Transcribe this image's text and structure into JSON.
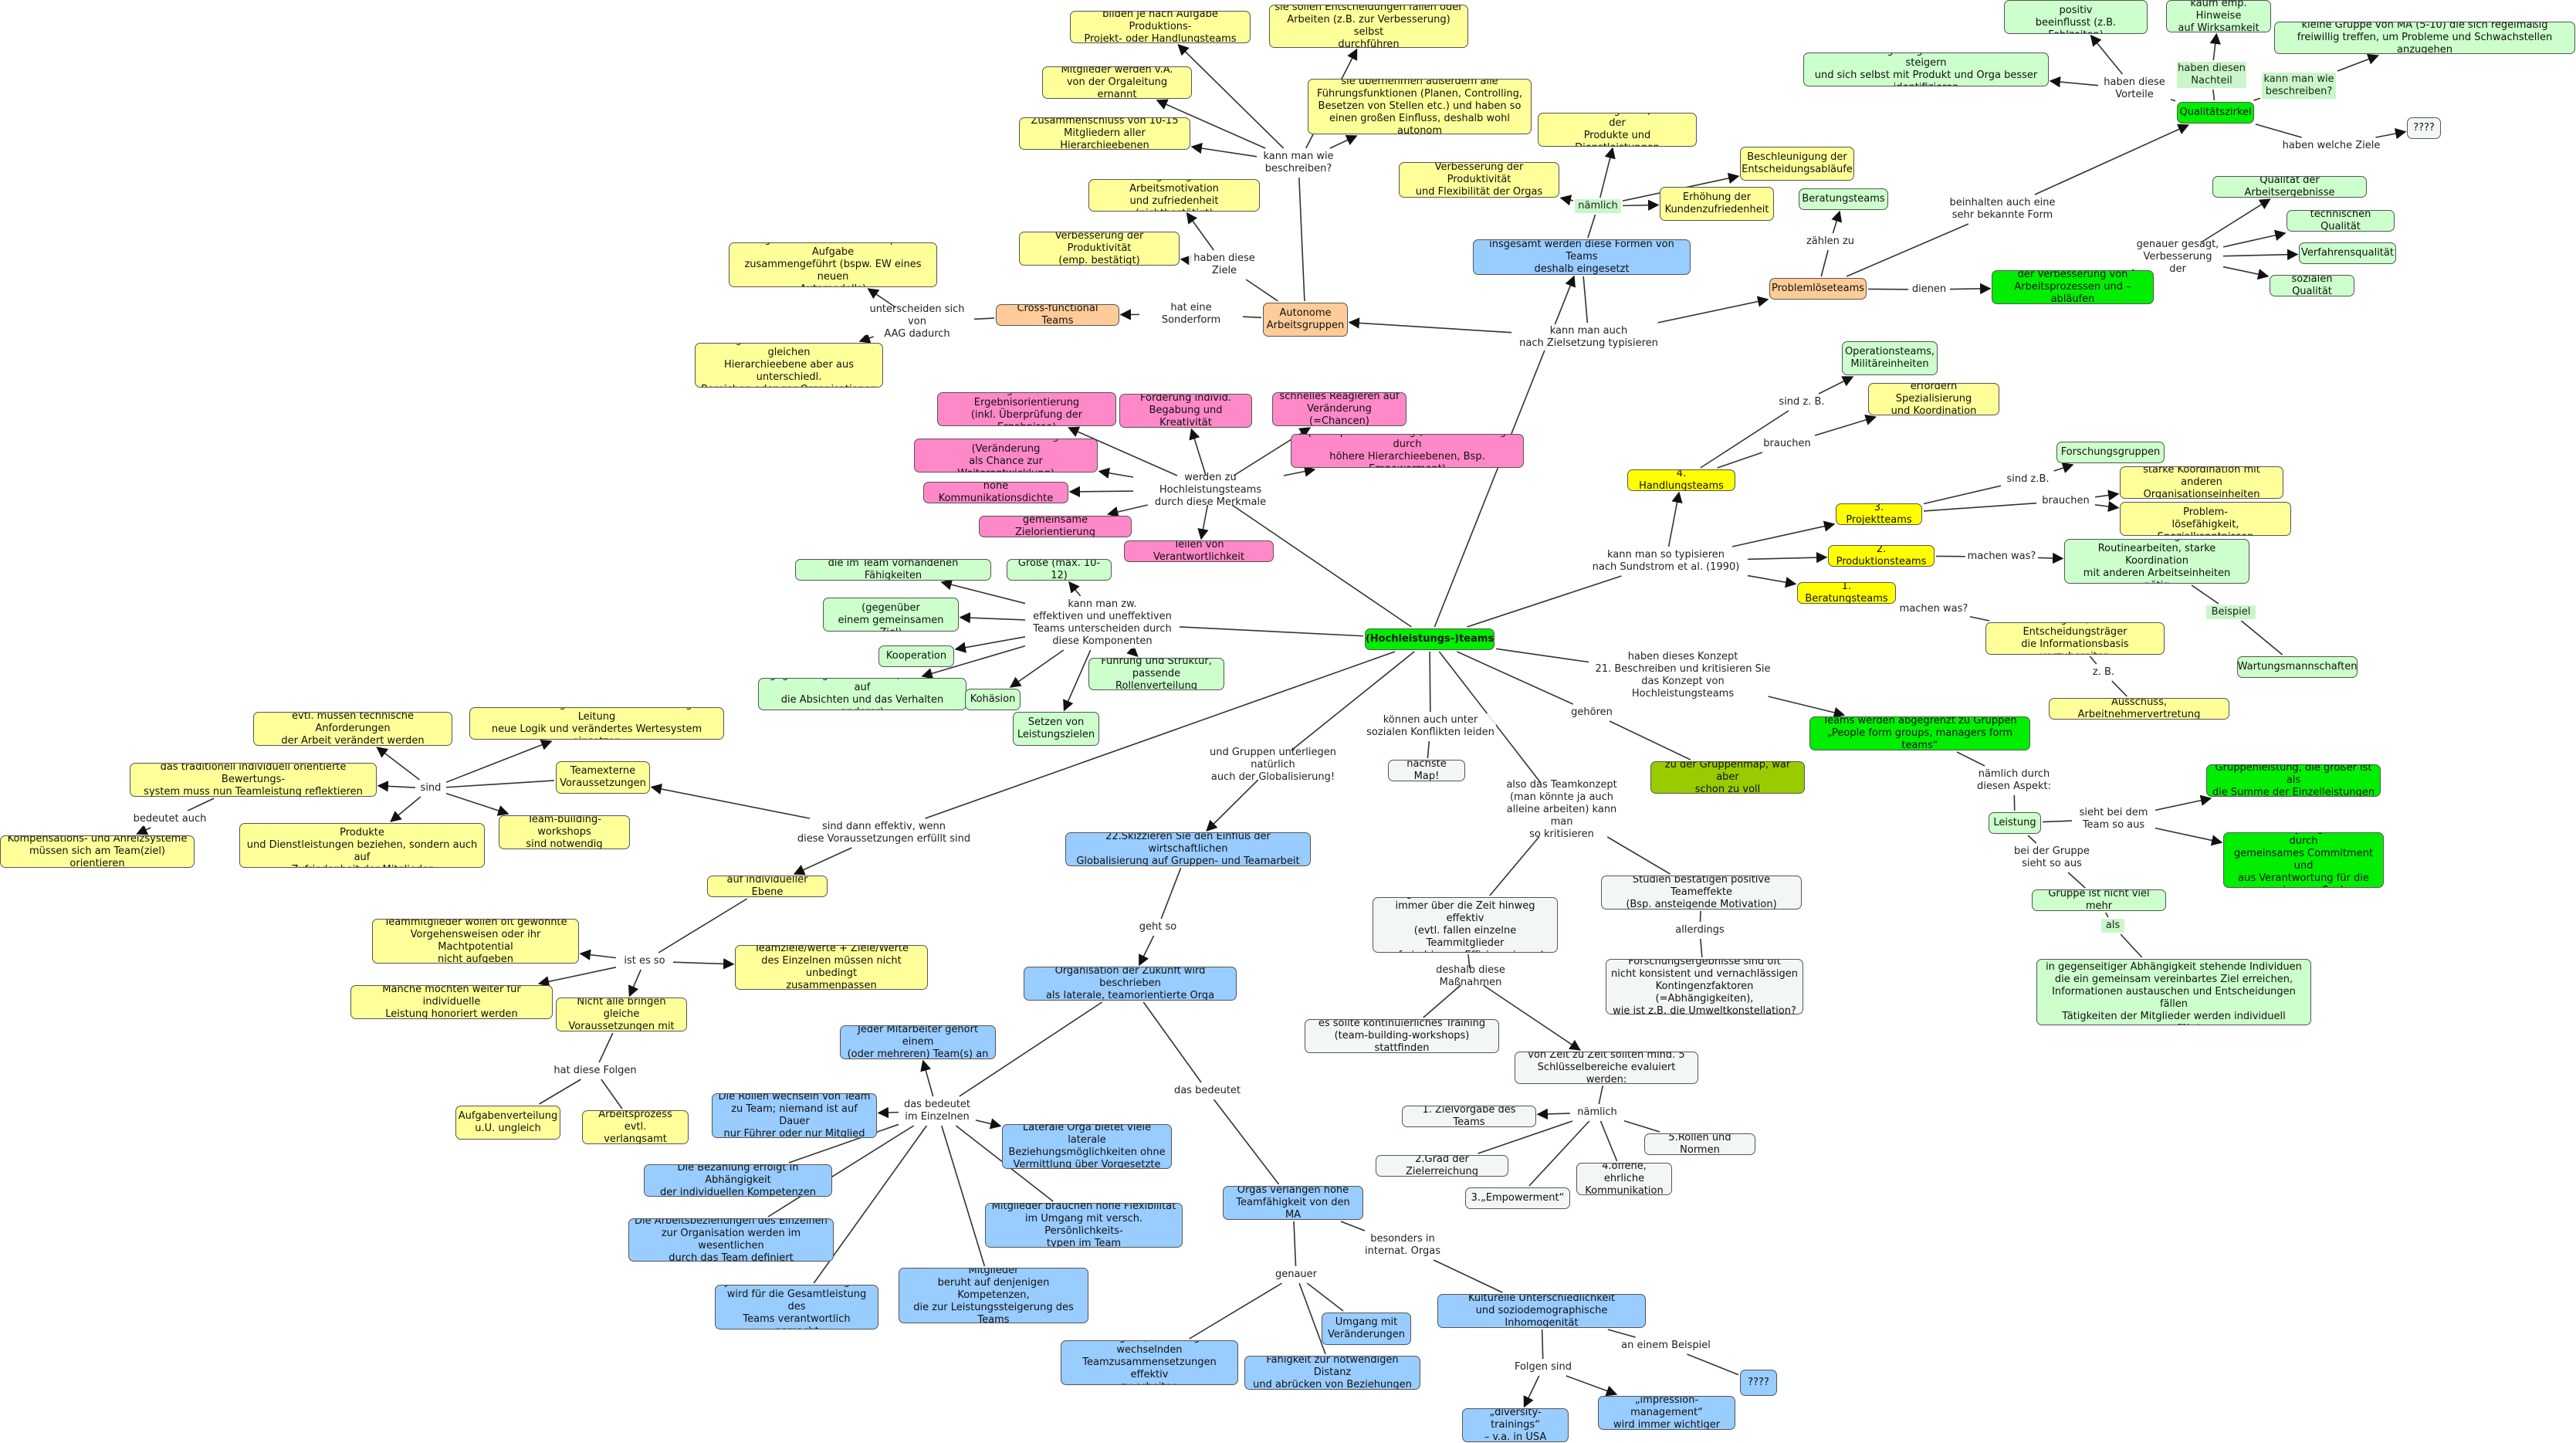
{
  "colors": {
    "yellow": "#ffff99",
    "yellow_strong": "#ffff00",
    "green_strong": "#00ee00",
    "green_light": "#ccffcc",
    "blue": "#99ccff",
    "pink": "#ff88c8",
    "orange": "#ffcc99",
    "olive": "#99cc00",
    "neutral": "#f2f6f6"
  },
  "nodes": {
    "center": "(Hochleistungs-)teams",
    "autonome": "Autonome\nArbeitsgruppen",
    "ag_bilden": "bilden je nach Aufgabe Produktions-\nProjekt- oder Handlungsteams",
    "ag_entscheidungen": "sie sollen Entscheidungen fällen oder\nArbeiten (z.B. zur Verbesserung) selbst\ndurchführen",
    "ag_mitglieder": "Mitglieder werden v.A.\nvon der Orgaleitung ernannt",
    "ag_fuehrung": "sie übernehmen außerdem alle\nFührungsfunktionen (Planen, Controlling,\nBesetzen von Stellen etc.) und haben so\neinen großen Einfluss, deshalb wohl autonom",
    "ag_zusammenschluss": "Zusammenschluss von 10-15\nMitgliedern aller Hierarchieebenen",
    "ag_steigerung": "Steigerung der Arbeitsmotivation\nund zufriedenheit (nichtbestätigt)",
    "ag_produktivitaet": "Verbesserung der Produktivität\n(emp. bestätigt)",
    "cross_functional": "Cross-functional Teams",
    "cf_aufgabe": "Mitglieder werden für eine spezif. Aufgabe\nzusammengeführt (bspw. EW eines neuen\nAutomodells)",
    "cf_bereiche": "Mitglieder kommen aus der gleichen\nHierarchieebene aber aus unterschiedl.\nBereichen oder gar Organisationen",
    "vb_produktivitaet": "Verbesserung der Produktivität\nund Flexibilität der Orgas",
    "vb_qualitaet": "Verbesserung der Qualität der\nProdukte und Dienstleistungen",
    "vb_beschleunigung": "Beschleunigung der\nEntscheidungsabläufe",
    "vb_zufriedenheit": "Erhöhung der\nKundenzufriedenheit",
    "insgesamt": "insgesamt werden diese Formen von Teams\ndeshalb eingesetzt",
    "m_aufgaben": "Aufgaben- und Ergebnisorientierung\n(inkl. Überprüfung der Ergebnisse)",
    "m_foerderung": "Förderung individ.\nBegabung und Kreativität",
    "m_reagieren": "schnelles Reagieren auf\nVeränderung (=Chancen)",
    "m_zukunft": "Zukunftsorientierung (Veränderung\nals Chance zur Weiterentwicklung)",
    "m_partizipativ": "partizipative Führung (= Unterstützung durch\nhöhere Hierarchieebenen, Bsp. Empowerment)",
    "m_kommunikation": "hohe Kommunikationsdichte",
    "m_ziel": "gemeinsame Zielorientierung",
    "m_verantwortlichkeit": "Teilen von Verantwortlichkeit",
    "k_faehigkeiten": "die im Team vorhandenen Fähigkeiten",
    "k_groesse": "Größe (max. 10-12)",
    "k_commitment": "Commitment (gegenüber\neinem gemeinsamen Ziel)",
    "k_kooperation": "Kooperation",
    "k_fuehrung": "Führung und Struktur,\npassende Rollenverteilung",
    "k_vertrauen": "gegenseitiges Vertrauen (im Hinblick auf\ndie Absichten und das Verhalten anderer)",
    "k_kohaesion": "Kohäsion",
    "k_ziele": "Setzen von\nLeistungszielen",
    "ev_technisch": "evtl. müssen technische Anforderungen\nder Arbeit verändert werden",
    "ev_einfuehrung": "Bei Einführung von Teams muss bei Orga-Leitung\nneue Logik und verändertes Wertesystem einsetzen",
    "ev_bewertung": "das traditionell individuell orientierte Bewertungs-\nsystem muss nun Teamleistung reflektieren",
    "ev_teamexterne": "Teamexterne\nVoraussetzungen",
    "ev_kompensation": "Kompensations- und Anreizsysteme\nmüssen sich am Team(ziel) orientieren",
    "ev_teameffektivitaet": "Teameffektivität darf sich nicht nur auf Produkte\nund Dienstleistungen beziehen, sondern auch auf\nZufriedenheit der Mitglieder",
    "ev_workshops": "Team-building-workshops\nsind notwendig",
    "ind_ebene": "auf individueller Ebene",
    "ind_machtpotential": "Teammitglieder wollen oft gewohnte\nVorgehensweisen oder ihr Machtpotential\nnicht aufgeben",
    "ind_teamziele": "Teamziele/werte + Ziele/Werte\ndes Einzelnen müssen nicht unbedingt\nzusammenpassen",
    "ind_leistung": "Manche möchten weiter für individuelle\nLeistung honoriert werden",
    "ind_nicht_alle": "Nicht alle bringen gleiche\nVoraussetzungen mit",
    "ind_aufgabenverteilung": "Aufgabenverteilung\nu.U. ungleich",
    "ind_arbeitsprozess": "Arbeitsprozess evtl.\nverlangsamt",
    "skizzieren": "22.Skizzieren Sie den Einfluß der wirtschaftlichen\nGlobalisierung auf Gruppen- und Teamarbeit",
    "orga_zukunft": "Organisation der Zukunft wird beschrieben\nals laterale, teamorientierte Orga",
    "e_jeder": "Jeder Mitarbeiter gehört einem\n(oder mehreren) Team(s) an",
    "e_rollen": "Die Rollen wechseln von Team\nzu Team; niemand ist auf Dauer\nnur Führer oder nur Mitglied",
    "e_laterale": "Laterale Orga bietet viele laterale\nBeziehungsmöglichkeiten ohne\nVermittlung über Vorgesetzte",
    "e_bezahlung": "Die Bezahlung erfolgt in Abhängigkeit\nder individuellen Kompetenzen",
    "e_arbeitsbeziehungen": "Die Arbeitsbeziehungen des Einzelnen\nzur Organisation werden im wesentlichen\ndurch das Team definiert",
    "e_flexibilitaet": "Mitglieder brauchen hohe Flexibilität\nim Umgang mit versch. Persönlichkeits-\ntypen im Team",
    "e_jedes": "Jedes einzelne Teammitglied\nwird für die Gesamtleistung des\nTeams verantwortlich gemacht",
    "e_karriere": "Die Karriereentwicklung der Mitglieder\nberuht auf denjenigen Kompetenzen,\ndie zur Leistungssteigerung des Teams\nbeitragen",
    "teamfaehigkeit": "Orgas verlangen hohe\nTeamfähigkeit von den MA",
    "tf_faehigkeit": "Fähigkeit, in ständig wechselnden\nTeamzusammensetzungen effektiv\nzu arbeiten",
    "tf_umgang": "Umgang mit\nVeränderungen",
    "tf_distanz": "Fähigkeit zur notwendigen Distanz\nund abrücken von Beziehungen",
    "kulturelle": "Kulturelle Unterschiedlichkeit\nund soziodemographische Inhomogenität",
    "diversity": "„diversity-trainings“\n– v.a. in USA",
    "impression": "„impression-management“\nwird immer wichtiger",
    "qqq_beispiel": "????",
    "naechste_map": "nächste Map!",
    "erfolgreiche": "erfolgreiche Teams bleiben nicht\nimmer über die Zeit hinweg effektiv\n(evtl. fallen einzelne Teammitglieder\nauf niedrigeres Effizienzniveau)",
    "studien": "Studien bestätigen positive Teameffekte\n(Bsp. ansteigende Motivation)",
    "forschung": "Forschungsergebnisse sind oft\nnicht konsistent und vernachlässigen\nKontingenzfaktoren (=Abhängigkeiten),\nwie ist z.B. die Umweltkonstellation?",
    "training": "es sollte kontinuierliches Training\n(team-building-workshops) stattfinden",
    "evaluiert": "von Zeit zu Zeit sollten mind. 5\nSchlüsselbereiche evaluiert werden:",
    "s1": "1. Zielvorgabe des Teams",
    "s2": "2.Grad der Zielerreichung",
    "s3": "3.„Empowerment“",
    "s4": "4.offene, ehrliche\nKommunikation",
    "s5": "5.Rollen und Normen",
    "gruppenmap": "zu der Gruppenmap, war aber\nschon zu voll",
    "teams_abgegrenzt": "Teams werden abgegrenzt zu Gruppen\n„People form groups, managers form teams“",
    "leistung": "Leistung",
    "gruppenleistung": "Gruppenleistung, die größer ist als\ndie Summe der Einzelleistungen",
    "synergie": "Team hat Synergieeffekte durch\ngemeinsames Commitment und\naus Verantwortung für die\ngemeinsame Sache",
    "gruppe_nicht_viel": "Gruppe ist nicht viel mehr",
    "ansammlung": "Ansammlung von miteinander agierenden\nin gegenseitiger Abhängigkeit stehende Individuen\ndie ein gemeinsam vereinbartes Ziel erreichen,\nInformationen austauschen und Entscheidungen fällen\nTätigkeiten der Mitglieder werden individuell ausgeführt",
    "h4": "4. Handlungsteams",
    "h_operationsteams": "Operationsteams,\nMilitäreinheiten",
    "h_spezialisierung": "erfordern Spezialisierung\nund Koordination",
    "p3": "3. Projektteams",
    "p_forschungsgruppen": "Forschungsgruppen",
    "p_koordination": "starke Koordination mit anderen\nOrganisationseinheiten",
    "p_problemloese": "brauchen hohen Grad an Problem-\nlösefähigkeit, Spezialkenntnissen",
    "pr2": "2. Produktionsteams",
    "pr_routine": "verrichten tägliche\nRoutinearbeiten, starke Koordination\nmit anderen Arbeitseinheiten nötig",
    "pr_wartung": "Wartungsmannschaften",
    "b1": "1. Beratungsteams",
    "b_aufgabe": "Aufgabe, für Entscheidungsträger\ndie Informationsbasis vorzubereiten",
    "b_ausschuss": "Ausschuss, Arbeitnehmervertretung",
    "problemloese": "Problemlöseteams",
    "beratungsteams_z": "Beratungsteams",
    "verbesserung_ablaeufe": "der Verbesserung von\nArbeitsprozessen und –abläufen",
    "qualitaetszirkel": "Qualitätszirkel",
    "qz_arbeitsverhalten": "Arbeitsverhalten wird positiv\nbeeinflusst (z.B. Fehlzeiten)",
    "qz_hinweise": "kaum emp. Hinweise\nauf Wirksamkeit",
    "qz_gruppe": "kleine Gruppe von MA (5-10) die sich regelmäßig\nfreiwillig treffen, um Probleme und Schwachstellen anzugehen",
    "qz_motivation": "Motivationssteigerung: MA können Selbstwert steigern\nund sich selbst mit Produkt und Orga besser identifizieren",
    "qz_qqq": "????",
    "q_arbeitsergebnisse": "Qualität der Arbeitsergebnisse",
    "q_technisch": "technischen Qualität",
    "q_verfahren": "Verfahrensqualität",
    "q_sozial": "sozialen Qualität"
  },
  "labels": {
    "kann_man_wie": "kann man wie\nbeschreiben?",
    "haben_diese_ziele": "haben diese\nZiele",
    "hat_sonderform": "hat eine Sonderform",
    "unterscheiden": "unterscheiden sich von\nAAG dadurch",
    "naemlich1": "nämlich",
    "kann_man_auch": "kann man auch\nnach Zielsetzung typisieren",
    "werden_zu": "werden zu Hochleistungsteams\ndurch diese Merkmale",
    "kann_man_zw": "kann man zw.\neffektiven und uneffektiven\nTeams unterscheiden durch\ndiese Komponenten",
    "sind": "sind",
    "bedeutet_auch": "bedeutet auch",
    "sind_dann": "sind dann effektiv, wenn\ndiese Voraussetzungen erfüllt sind",
    "ist_es_so": "ist es so",
    "hat_diese_folgen": "hat diese Folgen",
    "gruppen_unterliegen": "und Gruppen unterliegen natürlich\nauch der Globalisierung!",
    "geht_so": "geht so",
    "das_bedeutet_einzelnen": "das bedeutet\nim Einzelnen",
    "das_bedeutet": "das bedeutet",
    "genauer": "genauer",
    "besonders": "besonders in\ninternat. Orgas",
    "an_einem_beispiel": "an einem Beispiel",
    "folgen_sind": "Folgen sind",
    "koennen_konflikten": "können auch unter\nsozialen Konflikten leiden",
    "teamkonzept": "also das Teamkonzept\n(man könnte ja auch\nalleine arbeiten) kann man\nso kritisieren",
    "deshalb_massnahmen": "deshalb diese Maßnahmen",
    "allerdings": "allerdings",
    "naemlich2": "nämlich",
    "gehoeren": "gehören",
    "haben_dieses_konzept": "haben dieses Konzept\n21. Beschreiben und kritisieren Sie\ndas Konzept von Hochleistungsteams",
    "naemlich_durch": "nämlich durch\ndiesen Aspekt:",
    "sieht_team": "sieht bei dem\nTeam so aus",
    "bei_gruppe": "bei der Gruppe\nsieht so aus",
    "als": "als",
    "kann_man_typisieren": "kann man so typisieren\nnach Sundstrom et al. (1990)",
    "sind_zb1": "sind z. B.",
    "brauchen1": "brauchen",
    "sind_zb2": "sind z.B.",
    "brauchen2": "brauchen",
    "machen_was1": "machen was?",
    "beispiel": "Beispiel",
    "machen_was2": "machen was?",
    "z_b": "z. B.",
    "zaehlen_zu": "zählen zu",
    "dienen": "dienen",
    "beinhalten": "beinhalten auch eine\nsehr bekannte Form",
    "haben_diese_vorteile": "haben diese\nVorteile",
    "haben_diesen_nachteil": "haben diesen\nNachteil",
    "kann_man_wie2": "kann man wie\nbeschreiben?",
    "haben_welche_ziele": "haben welche Ziele",
    "genauer_gesagt": "genauer gesagt,\nVerbesserung der"
  }
}
